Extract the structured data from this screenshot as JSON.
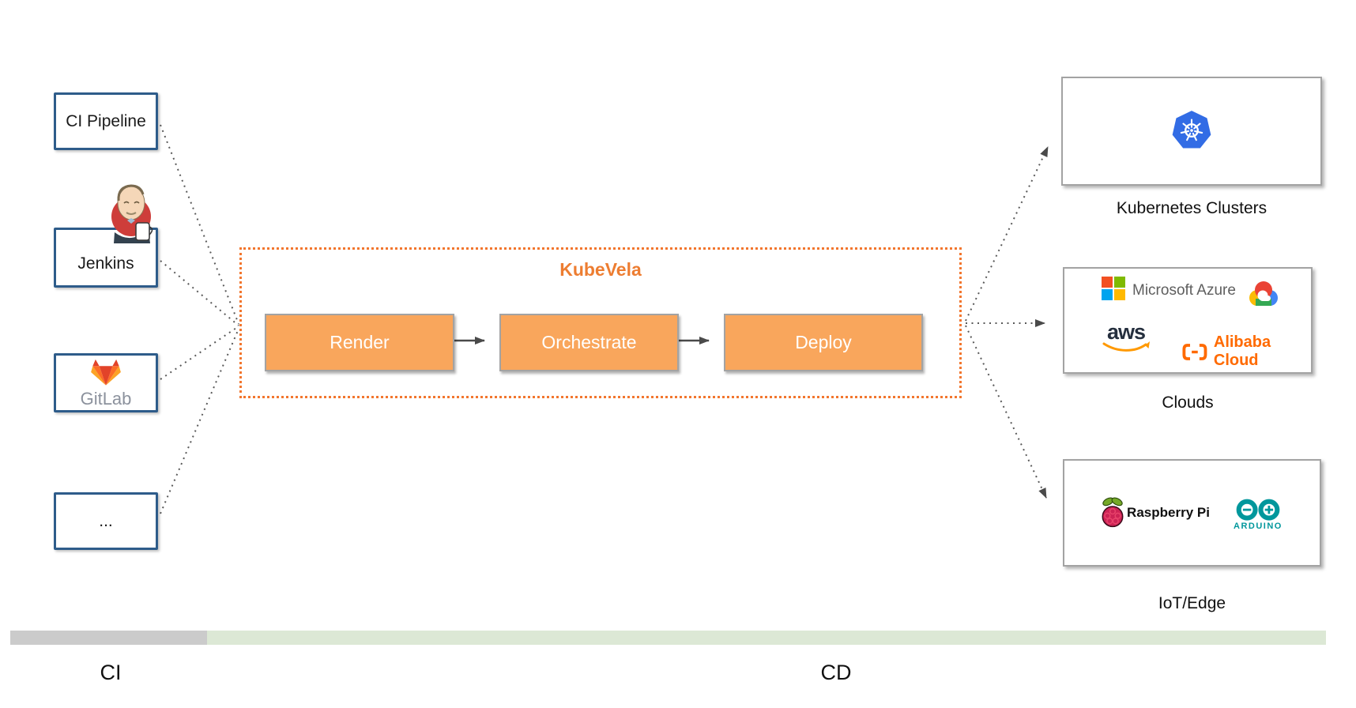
{
  "diagram": {
    "kubevela_title": "KubeVela",
    "stages": [
      "Render",
      "Orchestrate",
      "Deploy"
    ],
    "sources": [
      {
        "label": "CI Pipeline"
      },
      {
        "label": "Jenkins",
        "icon": "jenkins-butler-icon"
      },
      {
        "label": "GitLab",
        "icon": "gitlab-tanuki-icon"
      },
      {
        "label": "..."
      }
    ],
    "targets": [
      {
        "caption": "Kubernetes Clusters",
        "icon": "kubernetes-icon"
      },
      {
        "caption": "Clouds",
        "icons": [
          "microsoft-azure-logo",
          "google-cloud-logo",
          "aws-logo",
          "alibaba-cloud-logo"
        ]
      },
      {
        "caption": "IoT/Edge",
        "icons": [
          "raspberry-pi-logo",
          "arduino-logo"
        ]
      }
    ],
    "logo_text": {
      "azure": "Microsoft Azure",
      "aws": "aws",
      "alibaba": "Alibaba Cloud",
      "raspberry": "Raspberry Pi",
      "arduino": "ARDUINO"
    },
    "footer": {
      "ci": "CI",
      "cd": "CD"
    },
    "colors": {
      "kubevela_accent": "#ED7D31",
      "stage_fill": "#F9A65C",
      "source_border": "#2E5C8A",
      "bar_ci": "#CBCBCB",
      "bar_cd": "#DCE8D5",
      "kubernetes_blue": "#326CE5"
    }
  }
}
